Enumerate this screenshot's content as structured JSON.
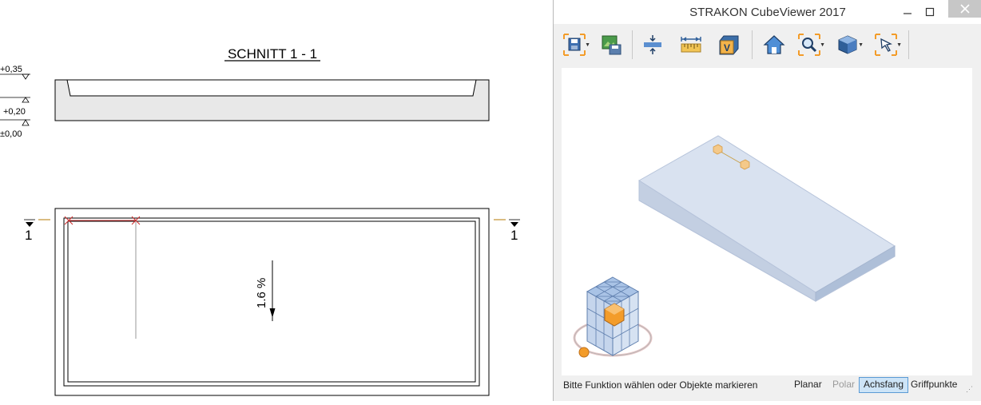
{
  "drawing": {
    "section_title": "SCHNITT 1 - 1",
    "levels": [
      "+0,35",
      "+0,20",
      "±0,00"
    ],
    "section_marker": "1",
    "slope": "1.6 %"
  },
  "window": {
    "title": "STRAKON CubeViewer 2017",
    "toolbar": {
      "icons": [
        "save-icon",
        "export-image-icon",
        "split-view-icon",
        "measure-icon",
        "cube-v-icon",
        "home-icon",
        "zoom-icon",
        "view-cube-icon",
        "select-arrow-icon"
      ]
    },
    "status": {
      "message": "Bitte Funktion wählen oder Objekte markieren",
      "modes": [
        {
          "label": "Planar",
          "state": "normal"
        },
        {
          "label": "Polar",
          "state": "disabled"
        },
        {
          "label": "Achsfang",
          "state": "active"
        },
        {
          "label": "Griffpunkte",
          "state": "normal"
        }
      ]
    },
    "colors": {
      "accent": "#f39c2a",
      "slab": "#c9d5e8",
      "active_mode_bg": "#cde4f7"
    }
  }
}
